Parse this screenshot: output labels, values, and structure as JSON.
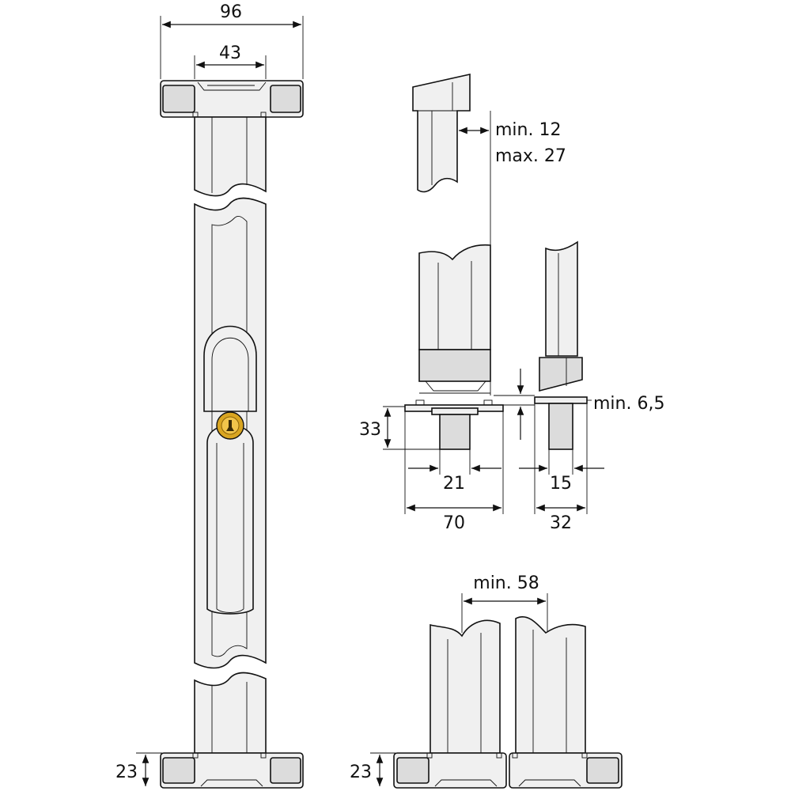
{
  "dimensions": {
    "total_width": "96",
    "inner_width": "43",
    "clearance": "min. 12",
    "clearance_max": "max. 27",
    "gap_height": "min. 6,5",
    "bracket_height": "33",
    "bracket_inner": "21",
    "bracket_width": "70",
    "side_inner": "15",
    "side_width": "32",
    "min_spacing": "min. 58",
    "end_cap_left": "23",
    "end_cap_right": "23"
  },
  "colors": {
    "part_fill": "#f0f0f0",
    "outline": "#111111",
    "lock_gold": "#d9a521",
    "lock_gold_dark": "#8a6208"
  },
  "icons": [
    "dimension-arrow",
    "lock-cylinder-icon"
  ]
}
